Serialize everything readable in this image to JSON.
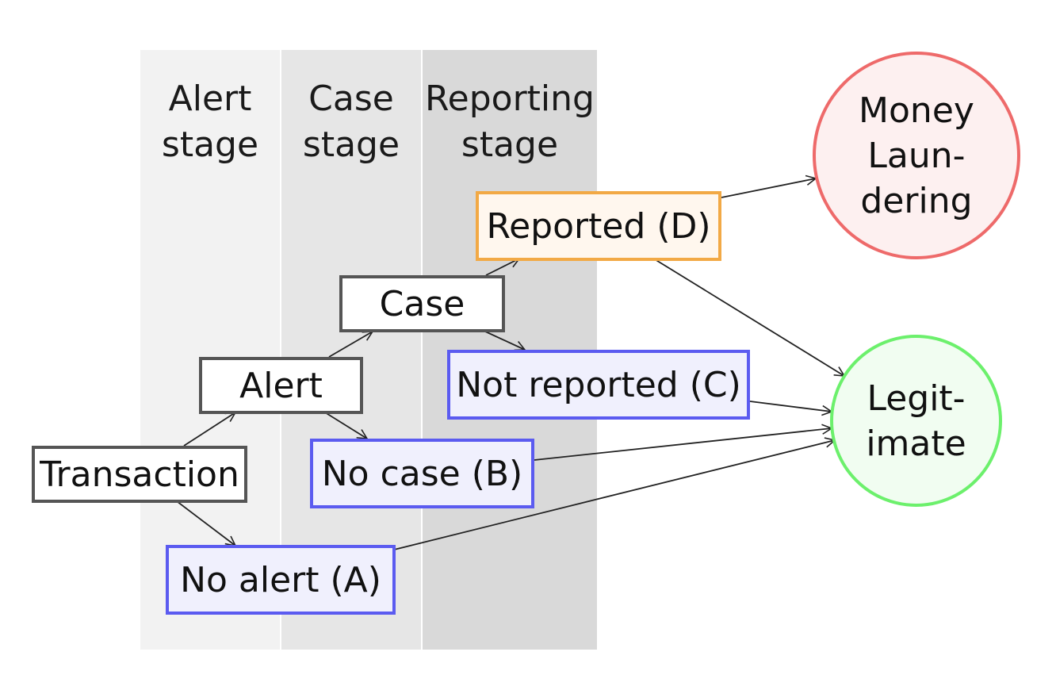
{
  "stages": {
    "alert": "Alert\nstage",
    "case": "Case\nstage",
    "reporting": "Reporting\nstage"
  },
  "nodes": {
    "transaction": "Transaction",
    "alert": "Alert",
    "case": "Case",
    "reported": "Reported (D)",
    "not_reported": "Not reported (C)",
    "no_case": "No case (B)",
    "no_alert": "No alert (A)"
  },
  "outcomes": {
    "money_laundering": "Money\nLaun-\ndering",
    "legitimate": "Legit-\nimate"
  },
  "colors": {
    "gray_border": "#555555",
    "blue_border": "#5b5bf0",
    "orange_border": "#f2a945",
    "red_border": "#ee6a6a",
    "green_border": "#6cf06c"
  }
}
